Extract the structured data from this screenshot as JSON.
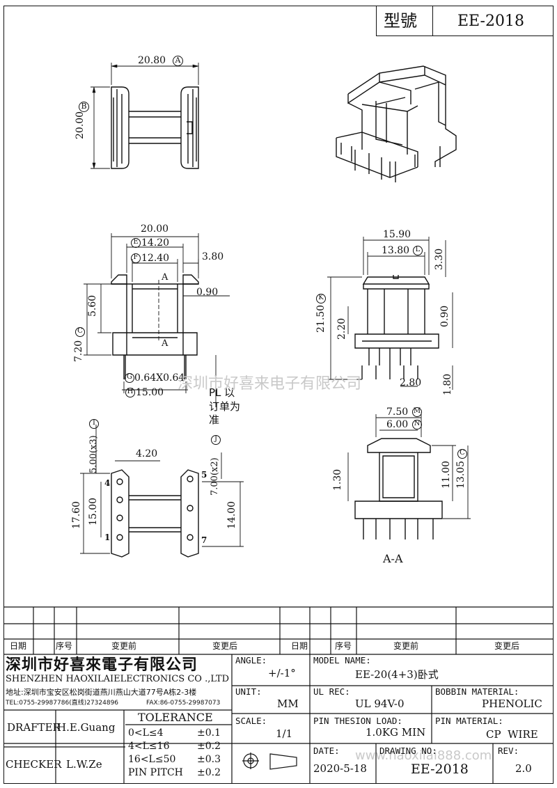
{
  "header": {
    "model_label": "型號",
    "model_value": "EE-2018"
  },
  "dims": {
    "top_width": "20.80",
    "top_width_tag": "A",
    "top_height": "20.00",
    "top_height_tag": "B",
    "front_width": "20.00",
    "front_e": "14.20",
    "front_e_tag": "E",
    "front_f": "12.40",
    "front_f_tag": "F",
    "front_flange": "3.80",
    "front_slot": "0.90",
    "front_h1": "5.60",
    "front_h2": "7.20",
    "front_h2_tag": "C",
    "front_pin": "0.64X0.64",
    "front_pin_tag": "G",
    "front_span": "15.00",
    "front_span_tag": "H",
    "pl_note": "PL 以订单为准",
    "section_mark": "A",
    "side_w1": "15.90",
    "side_w2": "13.80",
    "side_w2_tag": "L",
    "side_top": "3.30",
    "side_h": "21.50",
    "side_h_tag": "K",
    "side_h2": "2.20",
    "side_slot": "0.90",
    "side_pitch": "2.80",
    "side_pin_len": "1.80",
    "bot_pitch": "5.00(x3)",
    "bot_pitch_tag": "I",
    "bot_offset": "4.20",
    "bot_pitch2": "7.00(x2)",
    "bot_pitch2_tag": "J",
    "bot_h1": "17.60",
    "bot_h2": "15.00",
    "bot_h3": "14.00",
    "pin_4": "4",
    "pin_1": "1",
    "pin_5": "5",
    "pin_7": "7",
    "sec_w1": "7.50",
    "sec_w1_tag": "M",
    "sec_w2": "6.00",
    "sec_w2_tag": "N",
    "sec_h1": "1.30",
    "sec_h2": "11.00",
    "sec_h3": "13.05",
    "sec_h3_tag": "C",
    "section_label": "A-A"
  },
  "watermark": {
    "text1": "深圳市好喜来电子有限公司",
    "text2": "www.haoxilai888.com"
  },
  "revision": {
    "date": "日期",
    "seq": "序号",
    "before": "变更前",
    "after": "变更后"
  },
  "company": {
    "name_cn": "深圳市好喜來電子有限公司",
    "name_en": "SHENZHEN HAOXILAIELECTRONICS CO .,LTD",
    "address": "地址:深圳市宝安区松岗街道燕川燕山大道77号A栋2-3楼",
    "tel": "TEL:0755-29987786(直线)27324896",
    "fax": "FAX:86-0755-29987073"
  },
  "spec": {
    "angle_label": "ANGLE:",
    "angle_value": "+/-1°",
    "model_name_label": "MODEL NAME:",
    "model_name_value": "EE-20(4+3)卧式",
    "unit_label": "UNIT:",
    "unit_value": "MM",
    "ul_rec_label": "UL REC:",
    "ul_rec_value": "UL 94V-0",
    "bobbin_label": "BOBBIN MATERIAL:",
    "bobbin_value": "PHENOLIC",
    "scale_label": "SCALE:",
    "scale_value": "1/1",
    "pin_load_label": "PIN THESION LOAD:",
    "pin_load_value": "1.0KG MIN",
    "pin_mat_label": "PIN MATERIAL:",
    "pin_mat_value": "CP  WIRE",
    "date_label": "DATE:",
    "date_value": "2020-5-18",
    "drawing_label": "DRAWING NO:",
    "drawing_value": "EE-2018",
    "rev_label": "REV:",
    "rev_value": "2.0"
  },
  "people": {
    "drafter_label": "DRAFTER",
    "drafter_value": "H.E.Guang",
    "checker_label": "CHECKER",
    "checker_value": "L.W.Ze"
  },
  "tolerance": {
    "title": "TOLERANCE",
    "rows": [
      {
        "range": "0<L≤4",
        "tol": "±0.1"
      },
      {
        "range": "4<L≤16",
        "tol": "±0.2"
      },
      {
        "range": "16<L≤50",
        "tol": "±0.3"
      },
      {
        "range": "PIN PITCH",
        "tol": "±0.2"
      }
    ]
  }
}
